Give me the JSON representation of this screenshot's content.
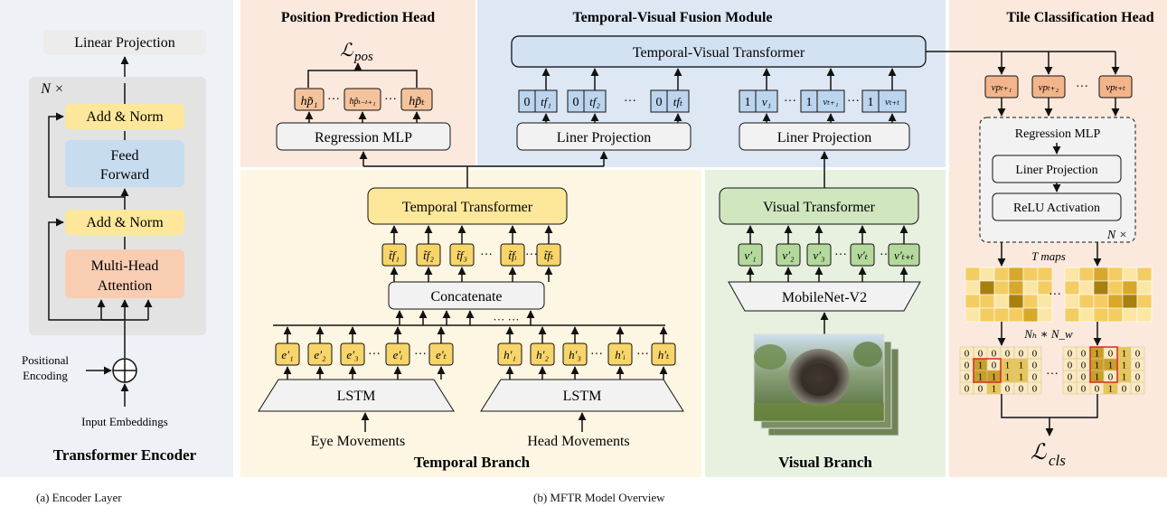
{
  "colors": {
    "enc_bg": "#eef2f7",
    "pos_bg": "#fbe9dd",
    "fusion_bg": "#dde8f4",
    "tile_bg": "#fbe9dd",
    "temporal_bg": "#fdf6e3",
    "visual_bg": "#e8f1e0",
    "yellow": "#fde79a",
    "blue": "#c7dcef",
    "salmon": "#f8cdb2",
    "green": "#cfe6bf",
    "grey": "#f2f2f2",
    "orange_token": "#f5c39b",
    "yellow_token": "#f8d56a",
    "blue_token": "#bcd5ee",
    "green_token": "#b4d99c",
    "orange_vp": "#f3b48a"
  },
  "encoder": {
    "linear_projection": "Linear Projection",
    "n_times": "N ×",
    "add_norm_top": "Add & Norm",
    "feed_forward_1": "Feed",
    "feed_forward_2": "Forward",
    "add_norm_bottom": "Add & Norm",
    "mha_1": "Multi-Head",
    "mha_2": "Attention",
    "positional_1": "Positional",
    "positional_2": "Encoding",
    "input_embeddings": "Input Embeddings",
    "title": "Transformer Encoder"
  },
  "position_head": {
    "title": "Position Prediction Head",
    "loss": "ℒ",
    "loss_sub": "pos",
    "regression_mlp": "Regression MLP",
    "tokens": [
      "hp̃₁",
      "···",
      "hp̃ₜ₋ₜ₊₁",
      "···",
      "hp̃ₜ"
    ]
  },
  "fusion": {
    "title": "Temporal-Visual Fusion Module",
    "transformer": "Temporal-Visual Transformer",
    "liner_left": "Liner Projection",
    "liner_right": "Liner Projection",
    "tf_tokens": [
      {
        "flag": "0",
        "label": "tf₁"
      },
      {
        "flag": "0",
        "label": "tf₂"
      },
      {
        "flag": "0",
        "label": "tfₜ"
      }
    ],
    "v_tokens": [
      {
        "flag": "1",
        "label": "v₁"
      },
      {
        "flag": "1",
        "label": "vₜ₊₁"
      },
      {
        "flag": "1",
        "label": "vₜ₊ₜ"
      }
    ],
    "ellipsis": "···"
  },
  "tile_head": {
    "title": "Tile Classification Head",
    "vp_tokens": [
      "vpₜ₊₁",
      "vpₜ₊₂",
      "···",
      "vpₜ₊ₜ"
    ],
    "regression_mlp": "Regression MLP",
    "liner_projection": "Liner Projection",
    "relu": "ReLU Activation",
    "n_times": "N ×",
    "t_maps": "T maps",
    "nh_nw": "Nₕ ∗ N_w",
    "grid_left": [
      [
        "0",
        "0",
        "0",
        "0",
        "0",
        "0"
      ],
      [
        "0",
        "1",
        "0",
        "1",
        "1",
        "0"
      ],
      [
        "0",
        "1",
        "1",
        "1",
        "1",
        "0"
      ],
      [
        "0",
        "0",
        "1",
        "0",
        "0",
        "0"
      ]
    ],
    "grid_right": [
      [
        "0",
        "0",
        "1",
        "0",
        "1",
        "0"
      ],
      [
        "0",
        "0",
        "1",
        "1",
        "1",
        "0"
      ],
      [
        "0",
        "0",
        "1",
        "0",
        "1",
        "0"
      ],
      [
        "0",
        "0",
        "0",
        "1",
        "0",
        "0"
      ]
    ],
    "loss": "ℒ",
    "loss_sub": "cls",
    "ellipsis": "···"
  },
  "temporal_branch": {
    "title": "Temporal Branch",
    "temporal_transformer": "Temporal Transformer",
    "concatenate": "Concatenate",
    "tf_tilde": [
      "t̃f₁",
      "t̃f₂",
      "t̃f₃",
      "···",
      "t̃fᵢ",
      "···",
      "t̃fₜ"
    ],
    "e_tokens": [
      "e′₁",
      "e′₂",
      "e′₃",
      "···",
      "e′ᵢ",
      "···",
      "e′ₜ"
    ],
    "h_tokens": [
      "h′₁",
      "h′₂",
      "h′₃",
      "···",
      "h′ᵢ",
      "···",
      "h′ₜ"
    ],
    "lstm_left": "LSTM",
    "lstm_right": "LSTM",
    "eye": "Eye Movements",
    "head": "Head Movements",
    "concat_dots": "···   ···"
  },
  "visual_branch": {
    "title": "Visual Branch",
    "visual_transformer": "Visual Transformer",
    "v_tokens": [
      "v′₁",
      "v′₂",
      "v′₃",
      "···",
      "v′ₜ",
      "···",
      "v′ₜ₊ₜ"
    ],
    "mobilenet": "MobileNet-V2"
  },
  "captions": {
    "a": "(a)  Encoder Layer",
    "b": "(b)  MFTR Model Overview"
  }
}
